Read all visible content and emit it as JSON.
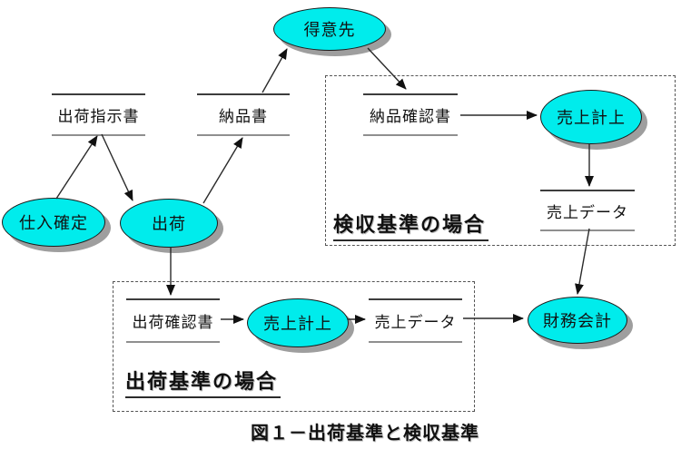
{
  "figure": {
    "caption": "図１－出荷基準と検収基準"
  },
  "colors": {
    "node_fill": "#00ecec",
    "node_border": "#1c1c1c",
    "shadow": "#9e9e9e",
    "line": "#2a2a2a"
  },
  "nodes": {
    "customer": "得意先",
    "purchase_confirm": "仕入確定",
    "shipping": "出荷",
    "sales_entry_inspection": "売上計上",
    "sales_entry_shipping": "売上計上",
    "financial_accounting": "財務会計"
  },
  "stores": {
    "shipping_instruction": "出荷指示書",
    "delivery_slip": "納品書",
    "delivery_confirmation": "納品確認書",
    "sales_data_inspection": "売上データ",
    "shipping_confirmation": "出荷確認書",
    "sales_data_shipping": "売上データ"
  },
  "regions": {
    "inspection_basis": "検収基準の場合",
    "shipping_basis": "出荷基準の場合"
  }
}
